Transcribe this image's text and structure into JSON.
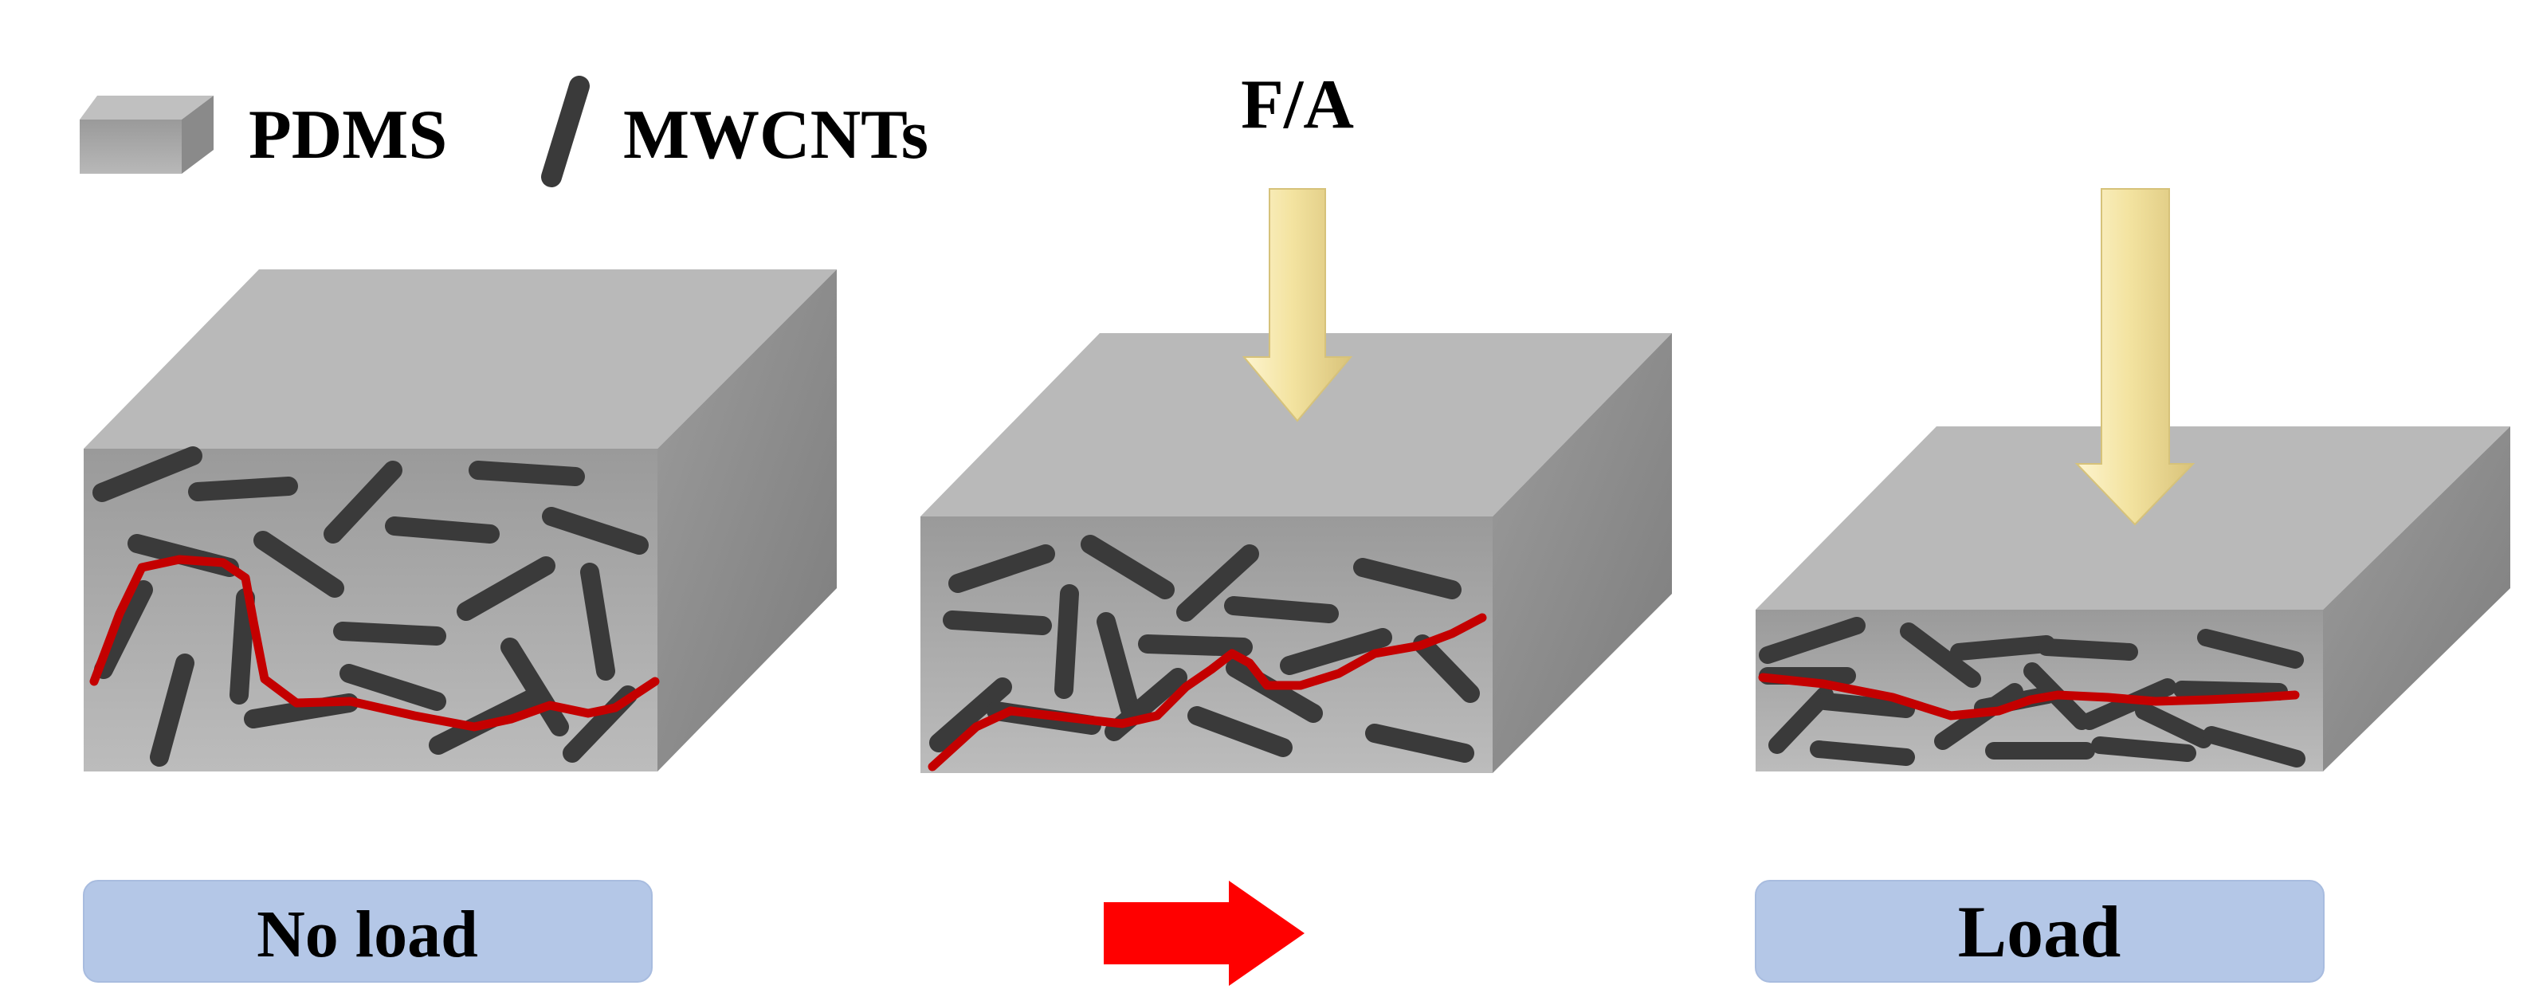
{
  "legend": {
    "pdms_label": "PDMS",
    "mwcnts_label": "MWCNTs"
  },
  "force_label": "F/A",
  "states": {
    "no_load_label": "No load",
    "load_label": "Load"
  },
  "colors": {
    "block_front": "#a3a3a3",
    "block_top": "#b9b9b9",
    "block_side": "#8a8a8a",
    "tube": "#3a3a3a",
    "conductive_path": "#c40000",
    "force_arrow": "#f6e7a6",
    "transition_arrow": "#ff0000",
    "label_box": "#b4c7e7"
  }
}
